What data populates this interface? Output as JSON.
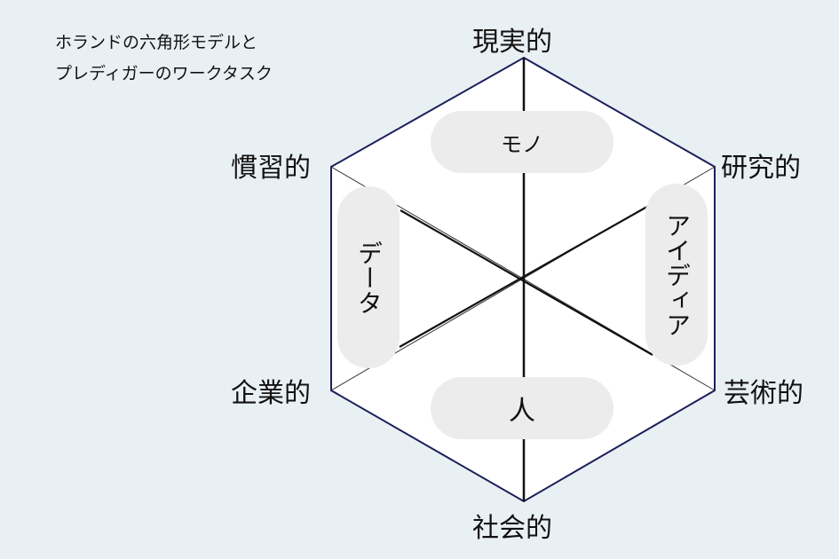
{
  "title": {
    "line1": "ホランドの六角形モデルと",
    "line2": "プレディガーのワークタスク"
  },
  "vertices": {
    "top": "現実的",
    "upper_right": "研究的",
    "lower_right": "芸術的",
    "bottom": "社会的",
    "lower_left": "企業的",
    "upper_left": "慣習的"
  },
  "work_tasks": {
    "top": "モノ",
    "right": "アイディア",
    "bottom": "人",
    "left": "データ"
  },
  "colors": {
    "background": "#e9f0f3",
    "hexagon_stroke": "#1c1f5a",
    "pill": "#ececec"
  }
}
